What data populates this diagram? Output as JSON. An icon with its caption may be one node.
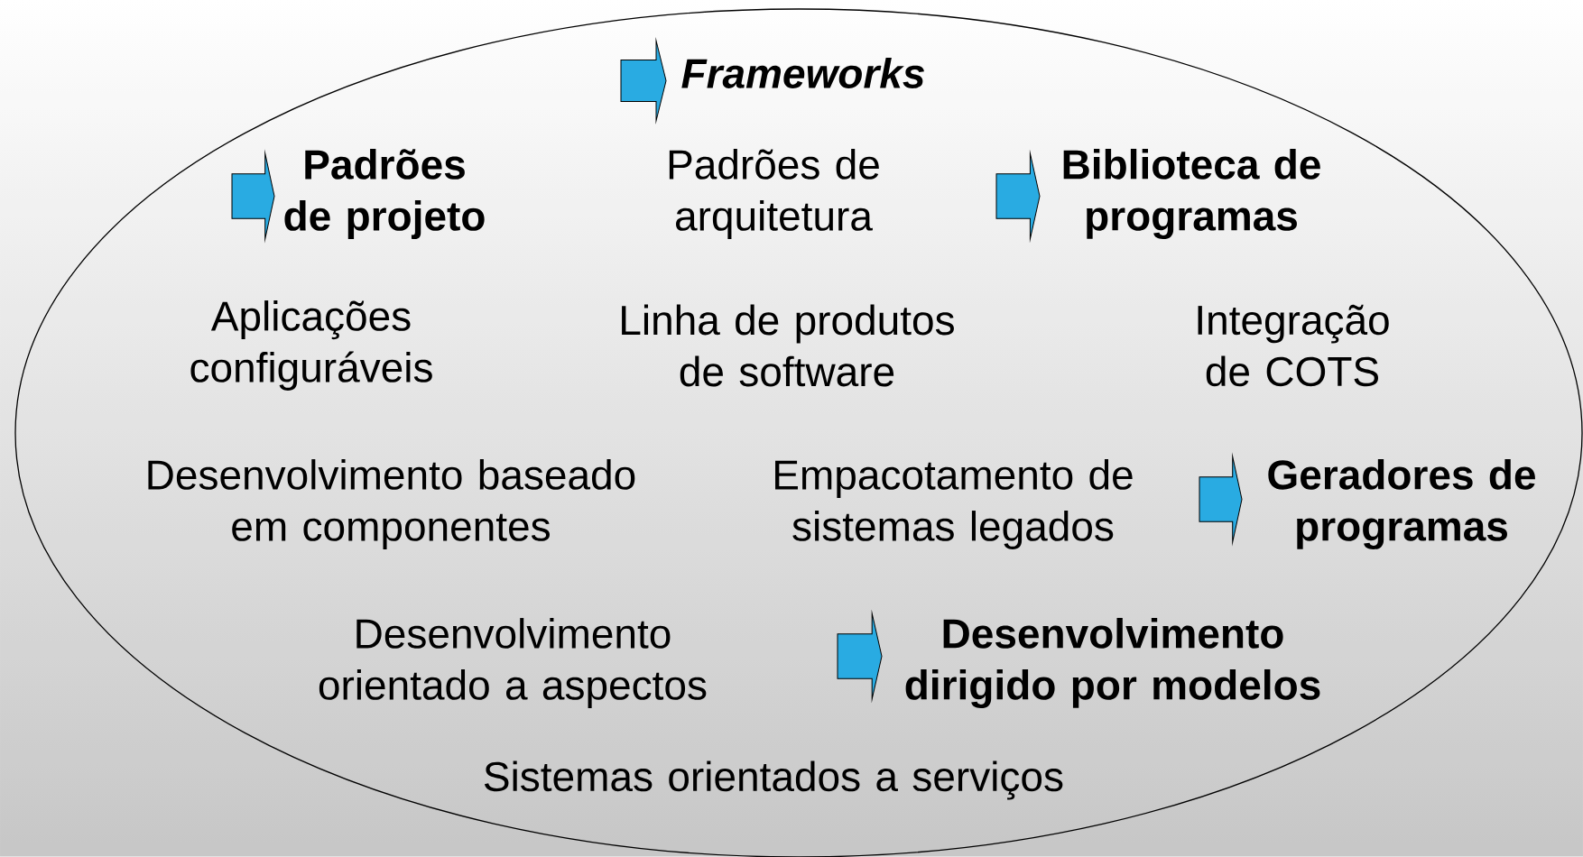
{
  "diagram": {
    "labels": [
      "Frameworks",
      "Padrões de projeto",
      "Padrões de arquitetura",
      "Biblioteca de programas",
      "Aplicações configuráveis",
      "Linha de produtos de software",
      "Integração de COTS",
      "Desenvolvimento baseado em componentes",
      "Empacotamento de sistemas legados",
      "Geradores de programas",
      "Desenvolvimento orientado a aspectos",
      "Desenvolvimento dirigido por modelos",
      "Sistemas orientados a serviços"
    ]
  }
}
